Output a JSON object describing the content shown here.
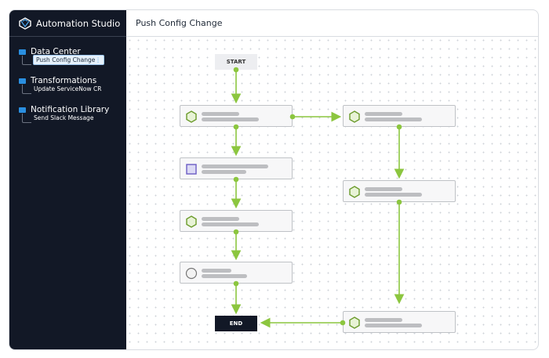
{
  "app": {
    "title": "Automation Studio"
  },
  "sidebar": {
    "groups": [
      {
        "label": "Data Center",
        "item": "Push Config Change",
        "selected": true
      },
      {
        "label": "Transformations",
        "item": "Update ServiceNow CR"
      },
      {
        "label": "Notification Library",
        "item": "Send Slack Message"
      }
    ]
  },
  "header": {
    "title": "Push Config Change"
  },
  "canvas": {
    "start": "START",
    "end": "END",
    "accent": "#8cc63f"
  }
}
